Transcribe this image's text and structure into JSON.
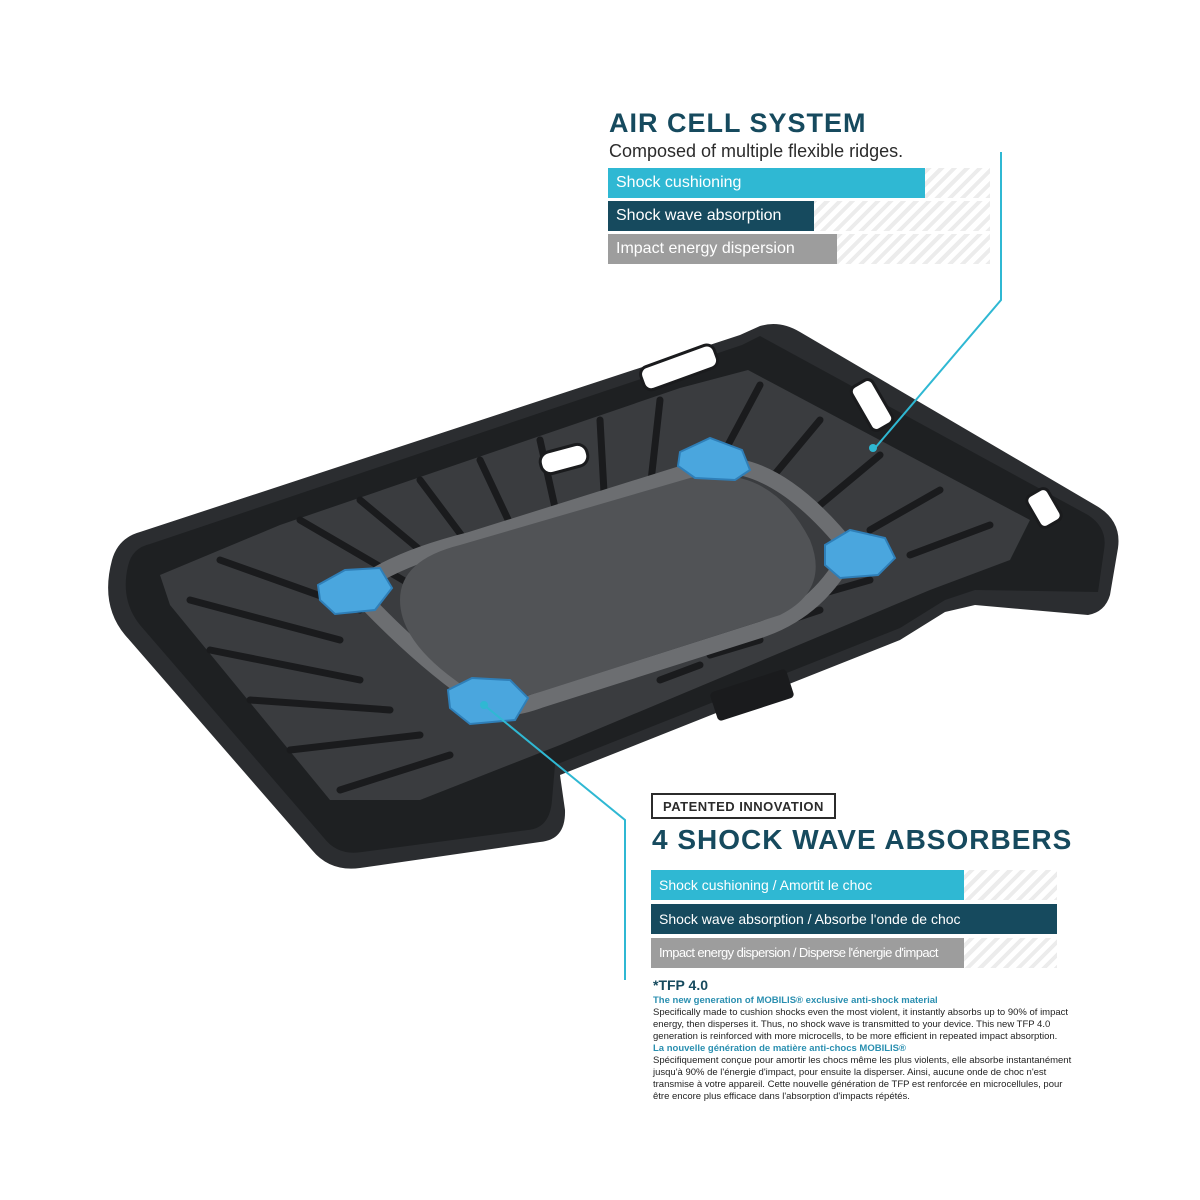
{
  "colors": {
    "teal_dark": "#164a5e",
    "cyan": "#2fb8d3",
    "grey": "#9d9d9d",
    "pad_blue": "#4aa6de",
    "case_black": "#2b2d30"
  },
  "air_cell": {
    "title": "AIR CELL SYSTEM",
    "subtitle": "Composed of multiple flexible ridges.",
    "bars": [
      {
        "label": "Shock cushioning",
        "level": 0.83,
        "color": "#2fb8d3"
      },
      {
        "label": "Shock wave absorption",
        "level": 0.54,
        "color": "#164a5e"
      },
      {
        "label": "Impact energy dispersion",
        "level": 0.6,
        "color": "#9d9d9d"
      }
    ]
  },
  "absorbers": {
    "badge": "PATENTED INNOVATION",
    "title": "4 SHOCK WAVE ABSORBERS",
    "bars": [
      {
        "label": "Shock cushioning / Amortit le choc",
        "level": 0.77,
        "color": "#2fb8d3"
      },
      {
        "label": "Shock wave absorption / Absorbe l'onde de choc",
        "level": 1.0,
        "color": "#164a5e"
      },
      {
        "label": "Impact energy dispersion / Disperse l'énergie d'impact",
        "level": 0.77,
        "color": "#9d9d9d"
      }
    ]
  },
  "tfp": {
    "title": "*TFP 4.0",
    "en_heading": "The new generation of MOBILIS® exclusive anti-shock material",
    "en_body": "Specifically made to cushion shocks even the most violent, it instantly absorbs up to 90% of impact energy, then disperses it. Thus, no shock wave is transmitted to your device. This new TFP 4.0 generation is reinforced with more microcells, to be more efficient in repeated impact absorption.",
    "fr_heading": "La nouvelle génération de matière anti-chocs MOBILIS®",
    "fr_body": "Spécifiquement conçue pour amortir les chocs même les plus violents, elle absorbe instantanément jusqu'à 90% de l'énergie d'impact, pour ensuite la disperser. Ainsi, aucune onde de choc n'est transmise à votre appareil. Cette nouvelle génération de TFP est renforcée en microcellules, pour être encore plus efficace dans l'absorption d'impacts répétés."
  }
}
